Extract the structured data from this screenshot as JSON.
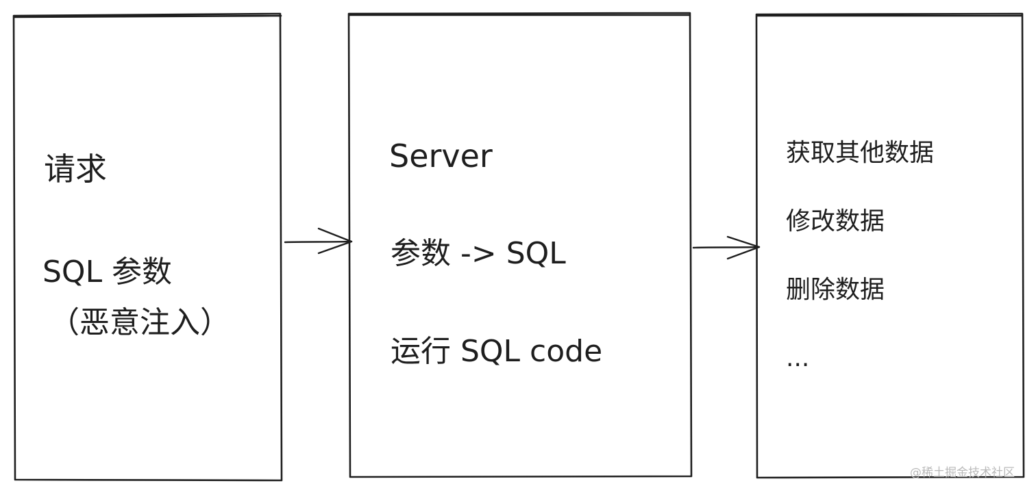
{
  "nodes": [
    {
      "id": "request",
      "lines": [
        "请求",
        "SQL 参数",
        "（恶意注入）"
      ]
    },
    {
      "id": "server",
      "lines": [
        "Server",
        "参数 -> SQL",
        "运行 SQL code"
      ]
    },
    {
      "id": "results",
      "lines": [
        "获取其他数据",
        "修改数据",
        "删除数据",
        "..."
      ]
    }
  ],
  "edges": [
    {
      "from": "request",
      "to": "server"
    },
    {
      "from": "server",
      "to": "results"
    }
  ],
  "watermark": "@稀土掘金技术社区",
  "colors": {
    "stroke": "#1e1e1e",
    "background": "#ffffff",
    "watermark": "#b9b9b9"
  }
}
